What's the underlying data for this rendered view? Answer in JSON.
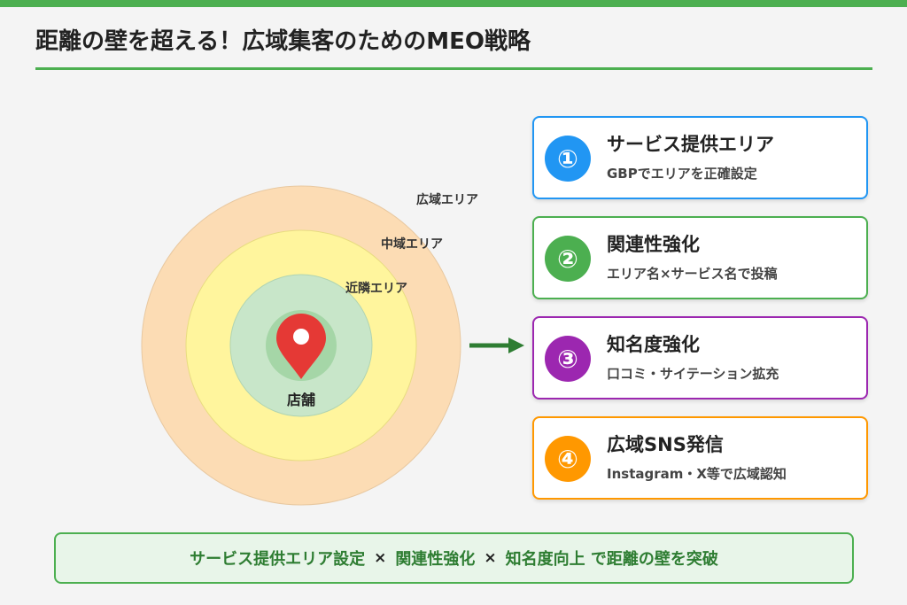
{
  "title": "距離の壁を超える！広域集客のためのMEO戦略",
  "diagram": {
    "rings": [
      {
        "label": "広域エリア",
        "color": "#fcdcb4"
      },
      {
        "label": "中域エリア",
        "color": "#fff59d"
      },
      {
        "label": "近隣エリア",
        "color": "#c8e6c9"
      }
    ],
    "center_color": "#a5d6a7",
    "pin_color": "#e53935",
    "store_label": "店舗",
    "arrow_color": "#2e7d32"
  },
  "strategies": [
    {
      "number": "①",
      "title": "サービス提供エリア",
      "desc": "GBPでエリアを正確設定",
      "color": "#2196f3"
    },
    {
      "number": "②",
      "title": "関連性強化",
      "desc": "エリア名×サービス名で投稿",
      "color": "#4caf50"
    },
    {
      "number": "③",
      "title": "知名度強化",
      "desc": "口コミ・サイテーション拡充",
      "color": "#9c27b0"
    },
    {
      "number": "④",
      "title": "広域SNS発信",
      "desc": "Instagram・X等で広域認知",
      "color": "#ff9800"
    }
  ],
  "summary": {
    "part1": "サービス提供エリア設定",
    "sep1": "×",
    "part2": "関連性強化",
    "sep2": "×",
    "part3": "知名度向上 で距離の壁を突破"
  }
}
